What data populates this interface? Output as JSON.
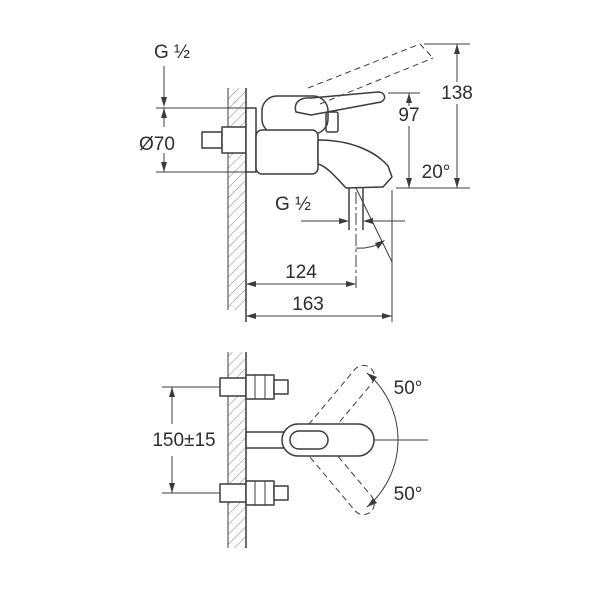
{
  "colors": {
    "background": "#ffffff",
    "line": "#3c3c3c",
    "hatch": "#8a8a8a",
    "handle_fill": "#d9d9d9",
    "detail_fill": "#787878"
  },
  "side_view": {
    "labels": {
      "inlet_thread": "G ½",
      "escutcheon_diameter": "Ø70",
      "spout_height": "97",
      "overall_height": "138",
      "spout_angle": "20°",
      "outlet_thread": "G ½",
      "outlet_projection": "124",
      "overall_projection": "163"
    }
  },
  "plan_view": {
    "labels": {
      "connection_spacing": "150±15",
      "handle_swing_upper": "50°",
      "handle_swing_lower": "50°"
    }
  }
}
